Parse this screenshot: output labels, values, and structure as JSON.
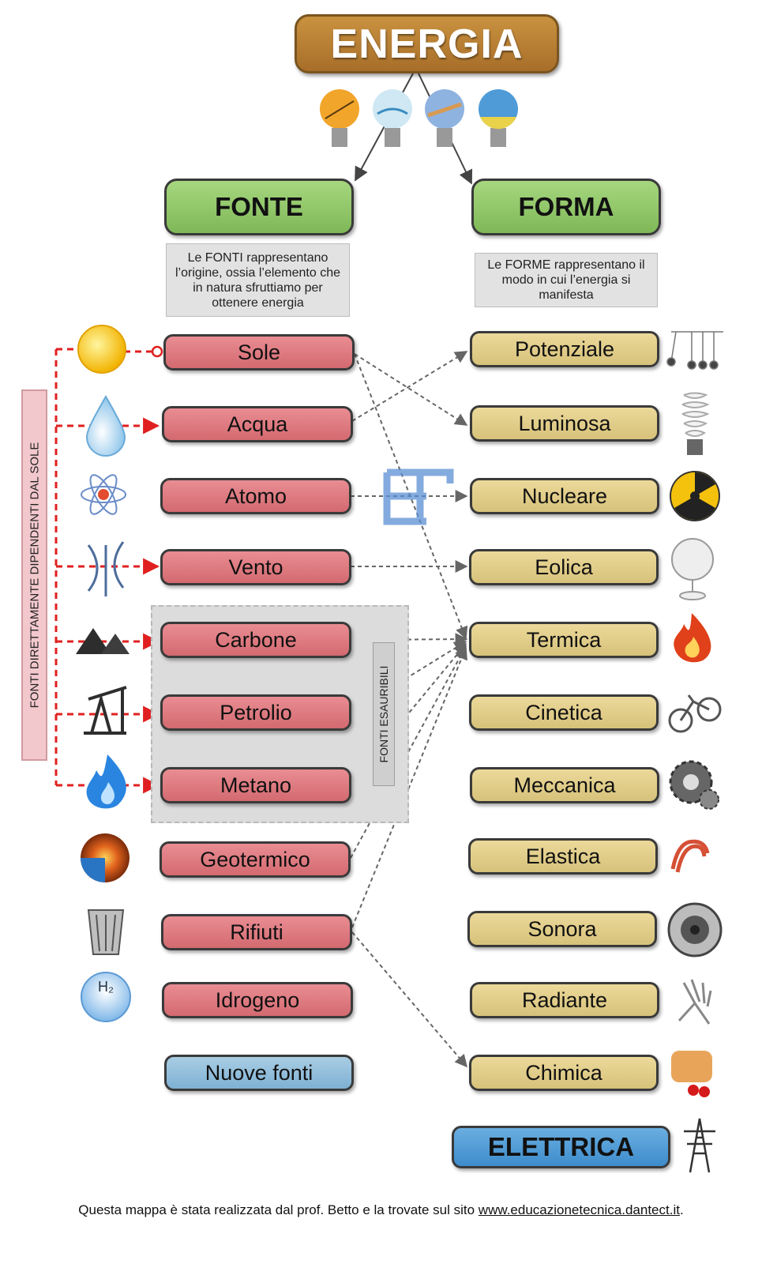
{
  "title": "ENERGIA",
  "headers": {
    "fonte": "FONTE",
    "forma": "FORMA"
  },
  "descriptions": {
    "fonte": "Le FONTI rappresentano l’origine, ossia l’elemento che in natura sfruttiamo per ottenere energia",
    "forma": "Le FORME rappresentano il modo in cui l’energia si manifesta"
  },
  "fonti": [
    "Sole",
    "Acqua",
    "Atomo",
    "Vento",
    "Carbone",
    "Petrolio",
    "Metano",
    "Geotermico",
    "Rifiuti",
    "Idrogeno"
  ],
  "nuove_fonti": "Nuove fonti",
  "forme": [
    "Potenziale",
    "Luminosa",
    "Nucleare",
    "Eolica",
    "Termica",
    "Cinetica",
    "Meccanica",
    "Elastica",
    "Sonora",
    "Radiante",
    "Chimica"
  ],
  "elettrica": "ELETTRICA",
  "labels": {
    "dipendenti_sole": "FONTI DIRETTAMENTE DIPENDENTI DAL SOLE",
    "esauribili": "FONTI ESAURIBILI"
  },
  "watermark": "ef",
  "footer": {
    "text": "Questa mappa è stata realizzata dal prof. Betto e la trovate sul sito ",
    "link": "www.educazionetecnica.dantect.it",
    "end": "."
  },
  "colors": {
    "title": "#b47c33",
    "header": "#8fc567",
    "fonte": "#de7b81",
    "forma": "#e2cd88",
    "nuove": "#93c0dc",
    "elettrica": "#4f9bd5",
    "sun_connector": "#e02020"
  },
  "icons": {
    "bulbs": [
      "bulb-solar-icon",
      "bulb-water-icon",
      "bulb-panels-icon",
      "bulb-field-icon"
    ],
    "fonti": [
      "sun-icon",
      "water-drop-icon",
      "atom-icon",
      "wind-turbine-icon",
      "coal-icon",
      "oil-pump-icon",
      "gas-flame-icon",
      "earth-core-icon",
      "trash-bin-icon",
      "hydrogen-icon"
    ],
    "forme": [
      "newton-cradle-icon",
      "cfl-bulb-icon",
      "radiation-icon",
      "fan-icon",
      "fire-icon",
      "bicycle-icon",
      "gears-icon",
      "spring-icon",
      "speaker-icon",
      "xray-hand-icon",
      "food-icon"
    ],
    "elettrica": "power-pylon-icon"
  }
}
